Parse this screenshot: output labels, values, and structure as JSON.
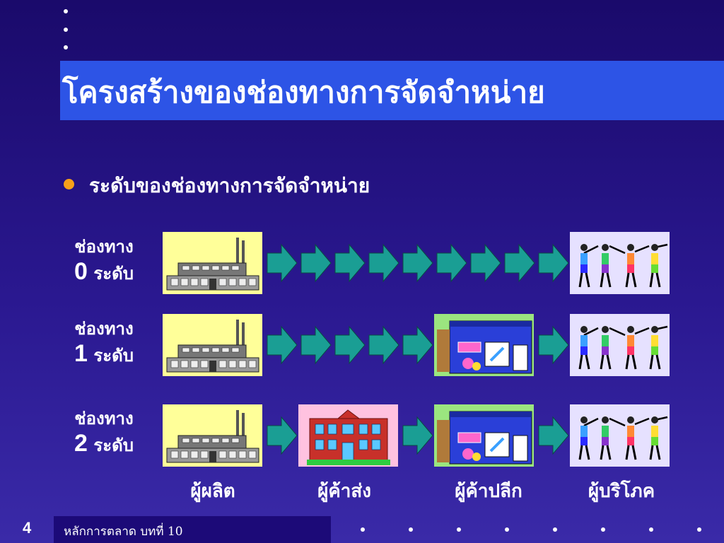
{
  "slide": {
    "title": "โครงสร้างของช่องทางการจัดจำหน่าย",
    "bullet": "ระดับของช่องทางการจัดจำหน่าย",
    "page_number": "4",
    "footer": "หลักการตลาด บทที่ 10"
  },
  "rows": [
    {
      "label_top": "ช่องทาง",
      "level_number": "0",
      "level_word": "ระดับ"
    },
    {
      "label_top": "ช่องทาง",
      "level_number": "1",
      "level_word": "ระดับ"
    },
    {
      "label_top": "ช่องทาง",
      "level_number": "2",
      "level_word": "ระดับ"
    }
  ],
  "columns": [
    "ผู้ผลิต",
    "ผู้ค้าส่ง",
    "ผู้ค้าปลีก",
    "ผู้บริโภค"
  ],
  "colors": {
    "background": "#2a1890",
    "title_bar": "#2d54e6",
    "arrow": "#1a9e94",
    "bullet": "#f7a11a",
    "factory_bg": "#ffff99",
    "wholesaler_bg": "#ffc2e0",
    "retailer_bg": "#9be57f",
    "consumer_bg": "#e6e1ff"
  },
  "icons": [
    "factory-icon",
    "wholesaler-building-icon",
    "retail-shop-icon",
    "consumers-people-icon",
    "arrow-right-icon"
  ]
}
